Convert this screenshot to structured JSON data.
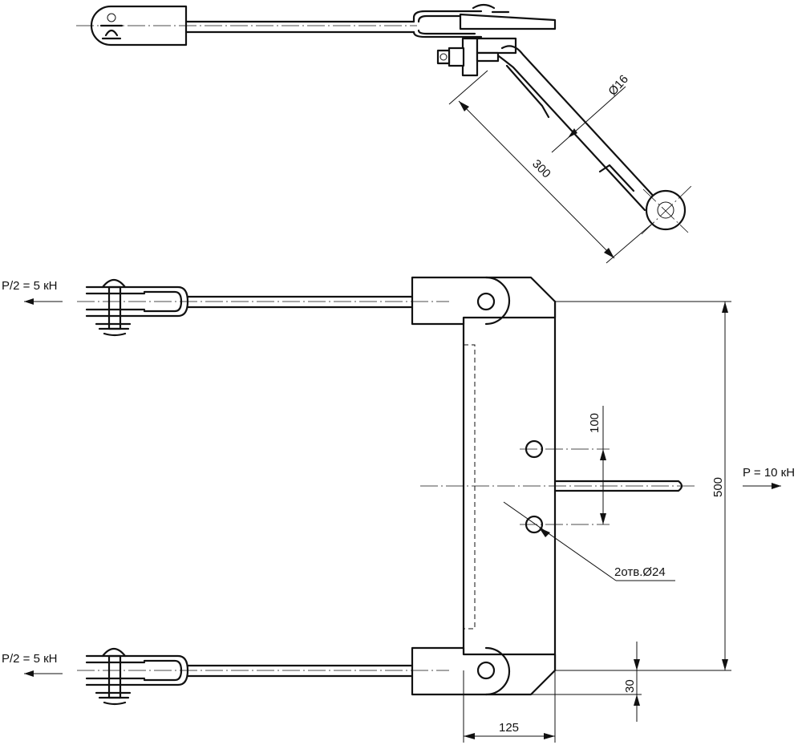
{
  "labels": {
    "load_left_top": "P/2 = 5 кН",
    "load_left_bottom": "P/2 = 5 кН",
    "load_right": "P = 10 кН",
    "dim_diameter": "Ø16",
    "dim_length": "300",
    "dim_height": "500",
    "dim_spacing": "100",
    "dim_holes": "2отв.Ø24",
    "dim_edge": "30",
    "dim_width": "125"
  }
}
